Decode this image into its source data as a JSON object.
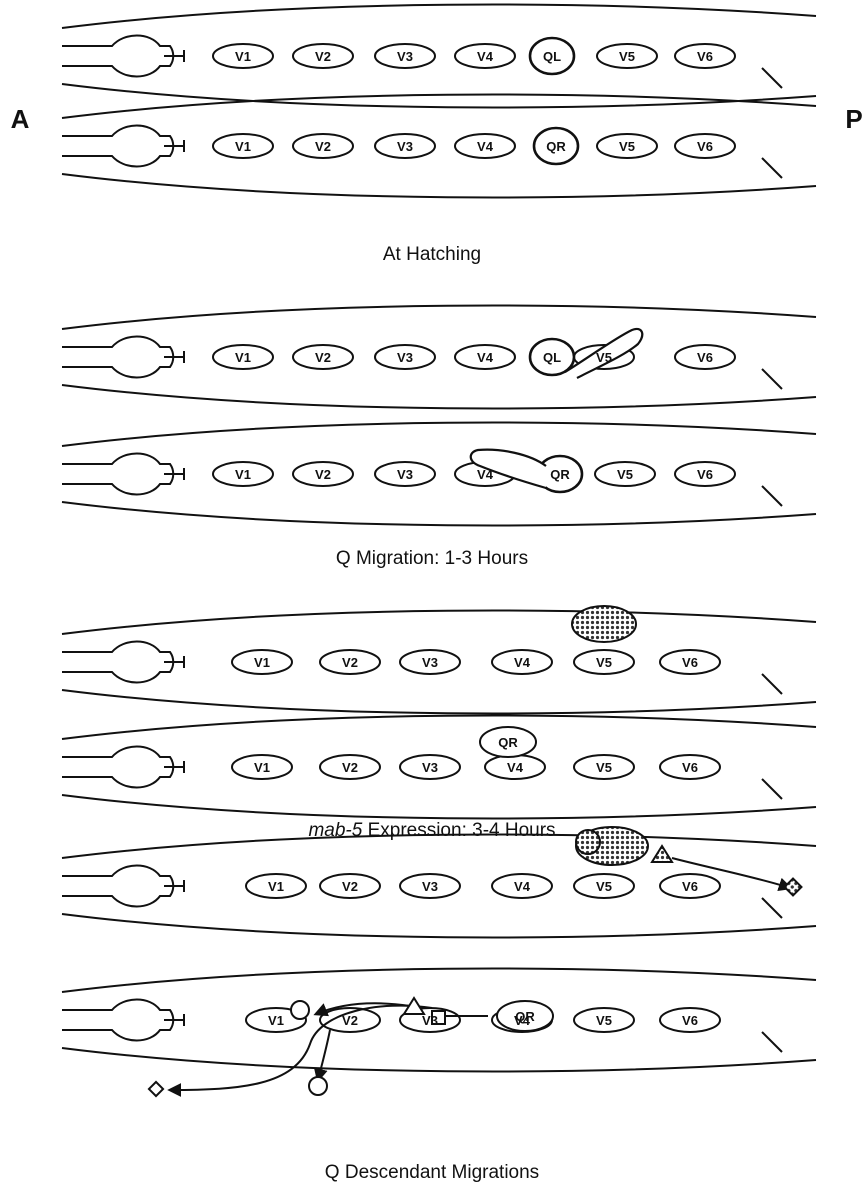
{
  "orientation": {
    "anterior_label": "A",
    "posterior_label": "P"
  },
  "cell_names": [
    "V1",
    "V2",
    "V3",
    "V4",
    "V5",
    "V6"
  ],
  "q_cells": {
    "left": "QL",
    "right": "QR"
  },
  "captions": {
    "hatching": "At Hatching",
    "q_migration": "Q Migration: 1-3 Hours",
    "mab5_gene": "mab-5",
    "mab5_rest": " Expression: 3-4 Hours",
    "descendant": "Q Descendant Migrations"
  },
  "colors": {
    "stroke": "#111111",
    "background": "#ffffff",
    "stipple": "#333333"
  }
}
